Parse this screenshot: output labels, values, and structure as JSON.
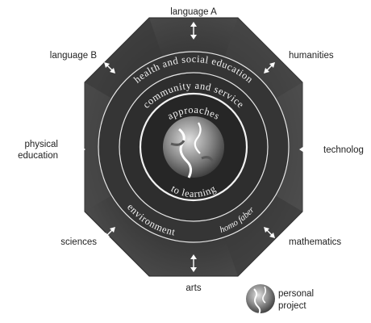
{
  "subject_groups": {
    "top": "language A",
    "top_left": "language B",
    "top_right": "humanities",
    "left": "physical education",
    "left_line1": "physical",
    "left_line2": "education",
    "right": "technolog",
    "bottom_left": "sciences",
    "bottom_right": "mathematics",
    "bottom": "arts"
  },
  "areas_of_interaction": {
    "outer_ring_top": "health and social education",
    "middle_ring_top": "community and service",
    "inner_ring_top": "approaches",
    "inner_ring_bottom": "to learning",
    "outer_ring_bottom_left": "environment",
    "outer_ring_bottom_right": "homo faber"
  },
  "legend": {
    "line1": "personal",
    "line2": "project"
  },
  "icons": {
    "center": "globe-icon",
    "legend": "globe-icon",
    "arrows": "double-arrow-icon"
  },
  "colors": {
    "octagon_dark": "#3a3a3a",
    "octagon_mid": "#555555",
    "ring_stroke": "#e8e8e8",
    "label_text": "#222222"
  }
}
